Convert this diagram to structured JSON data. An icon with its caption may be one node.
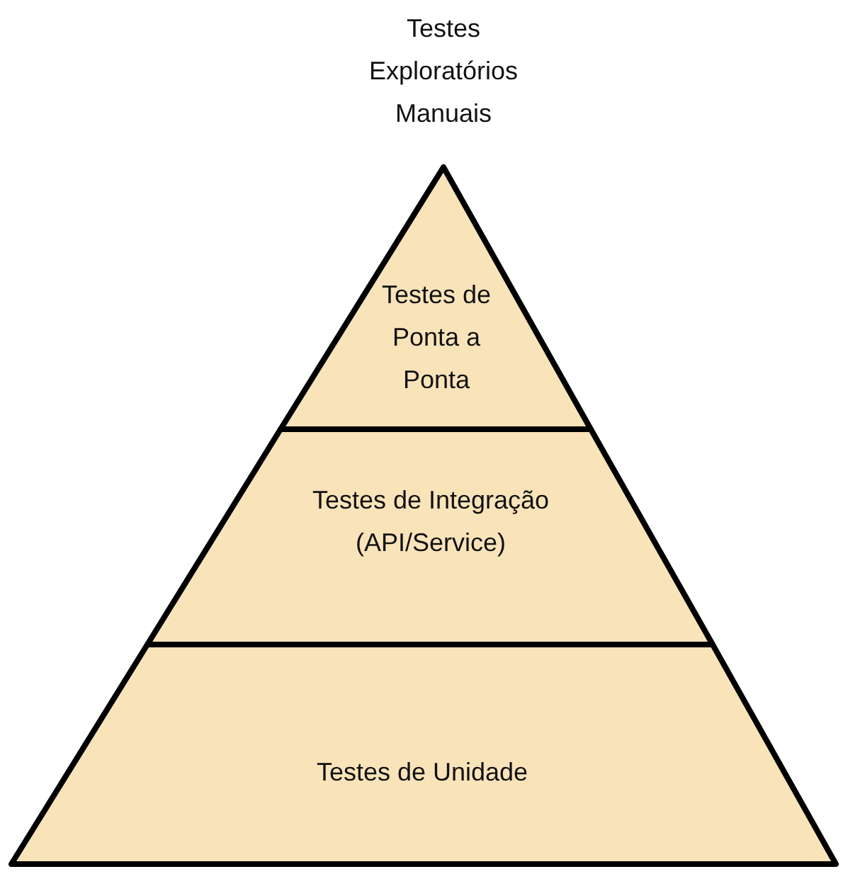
{
  "diagram": {
    "nodes": [
      {
        "text": [
          "Testes de Ponta a Ponta"
        ]
      },
      {
        "text": [
          "Testes de Integração (API/Service)"
        ]
      },
      {
        "text": [
          "Testes de Unidade"
        ]
      }
    ],
    "labels": [
      "Testes Exploratórios Manuais"
    ]
  }
}
